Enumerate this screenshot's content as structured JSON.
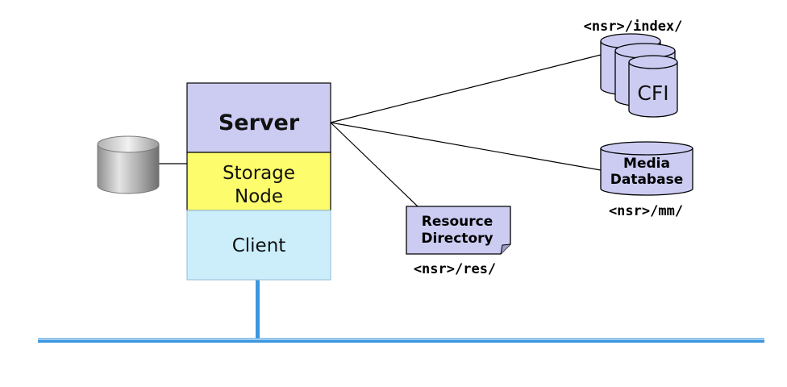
{
  "stack": {
    "server_label": "Server",
    "storage_label_line1": "Storage",
    "storage_label_line2": "Node",
    "client_label": "Client"
  },
  "index_store": {
    "path_label": "<nsr>/index/",
    "front_label": "CFI"
  },
  "media_database": {
    "label_line1": "Media",
    "label_line2": "Database",
    "path_label": "<nsr>/mm/"
  },
  "resource_directory": {
    "label_line1": "Resource",
    "label_line2": "Directory",
    "path_label": "<nsr>/res/"
  },
  "colors": {
    "server_fill": "#ccccf3",
    "storage_fill": "#fcfc6c",
    "client_fill": "#cbeefa",
    "network_line": "#3d97df"
  }
}
